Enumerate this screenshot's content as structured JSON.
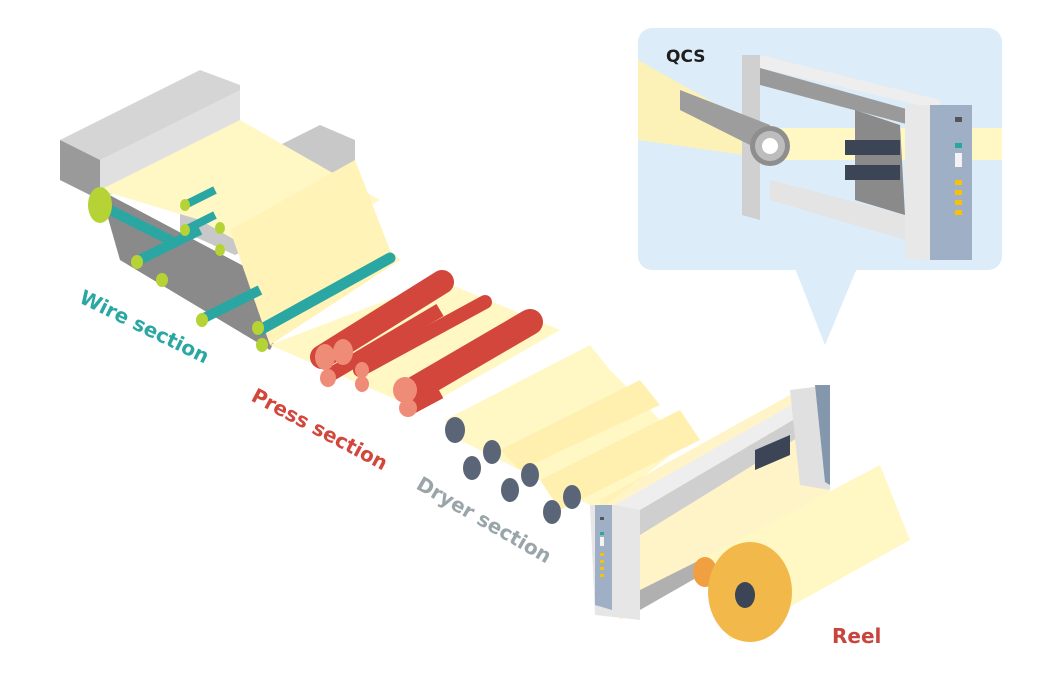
{
  "title": "Paper machine process",
  "labels": {
    "wire": "Wire section",
    "press": "Press section",
    "dryer": "Dryer section",
    "reel": "Reel",
    "qcs": "QCS"
  },
  "colors": {
    "wire": "#2aa7a3",
    "press": "#d2463c",
    "dryer": "#9aa5aa",
    "reel": "#c8443c",
    "qcs": "#1e1e1e",
    "paper": "#fff7c4",
    "callout_bg": "#dcecf8",
    "frame": "#e6e6e6",
    "panel": "#9fb0c6"
  }
}
